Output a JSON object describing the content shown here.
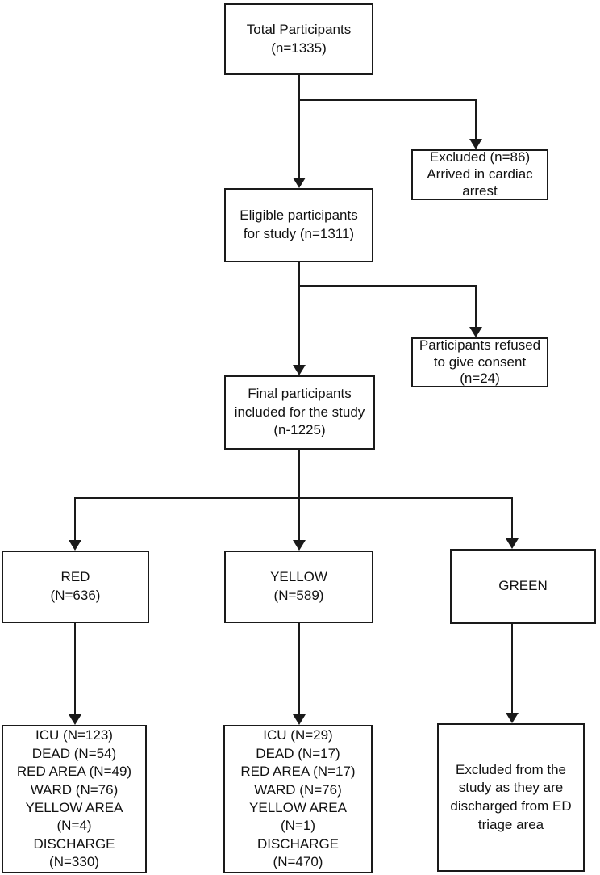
{
  "colors": {
    "line": "#1a1a1a",
    "box_border": "#1a1a1a",
    "background": "#ffffff",
    "text": "#111111"
  },
  "boxes": {
    "total": {
      "lines": [
        "Total Participants",
        "(n=1335)"
      ]
    },
    "excluded_arrest": {
      "lines": [
        "Excluded (n=86)",
        "Arrived in cardiac",
        "arrest"
      ]
    },
    "eligible": {
      "lines": [
        "Eligible participants",
        "for study (n=1311)"
      ]
    },
    "refused": {
      "lines": [
        "Participants refused",
        "to give consent",
        "(n=24)"
      ]
    },
    "final": {
      "lines": [
        "Final participants",
        "included for the study",
        "(n-1225)"
      ]
    },
    "red": {
      "lines": [
        "RED",
        "(N=636)"
      ]
    },
    "yellow": {
      "lines": [
        "YELLOW",
        "(N=589)"
      ]
    },
    "green": {
      "lines": [
        "GREEN"
      ]
    },
    "red_outcomes": {
      "lines": [
        "ICU (N=123)",
        "DEAD (N=54)",
        "RED AREA (N=49)",
        "WARD (N=76)",
        "YELLOW AREA",
        "(N=4)",
        "DISCHARGE",
        "(N=330)"
      ]
    },
    "yellow_outcomes": {
      "lines": [
        "ICU (N=29)",
        "DEAD (N=17)",
        "RED AREA (N=17)",
        "WARD (N=76)",
        "YELLOW AREA",
        "(N=1)",
        "DISCHARGE",
        "(N=470)"
      ]
    },
    "green_outcome": {
      "lines": [
        "Excluded from the",
        "study as they are",
        "discharged from ED",
        "triage area"
      ]
    }
  },
  "edges": [
    {
      "from": "total",
      "to": "eligible"
    },
    {
      "from": "total",
      "to": "excluded_arrest"
    },
    {
      "from": "eligible",
      "to": "final"
    },
    {
      "from": "eligible",
      "to": "refused"
    },
    {
      "from": "final",
      "to": "red"
    },
    {
      "from": "final",
      "to": "yellow"
    },
    {
      "from": "final",
      "to": "green"
    },
    {
      "from": "red",
      "to": "red_outcomes"
    },
    {
      "from": "yellow",
      "to": "yellow_outcomes"
    },
    {
      "from": "green",
      "to": "green_outcome"
    }
  ]
}
